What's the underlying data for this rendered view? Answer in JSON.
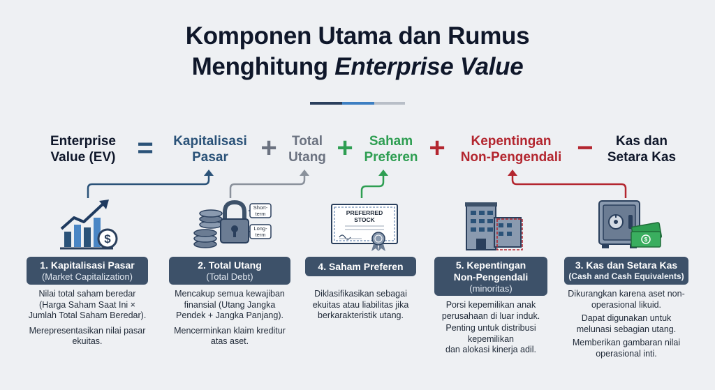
{
  "title": {
    "line1": "Komponen Utama dan Rumus",
    "line2_prefix": "Menghitung ",
    "line2_italic": "Enterprise Value"
  },
  "formula": {
    "ev": {
      "line1": "Enterprise",
      "line2": "Value (EV)"
    },
    "eq": "=",
    "kapitalisasi": {
      "line1": "Kapitalisasi",
      "line2": "Pasar"
    },
    "plus1": "+",
    "utang": {
      "line1": "Total",
      "line2": "Utang"
    },
    "plus2": "+",
    "saham": {
      "line1": "Saham",
      "line2": "Preferen"
    },
    "plus3": "+",
    "kepentingan": {
      "line1": "Kepentingan",
      "line2": "Non-Pengendali"
    },
    "minus": "−",
    "kas": {
      "line1": "Kas dan",
      "line2": "Setara Kas"
    }
  },
  "icons": {
    "stock": {
      "label1": "PREFERRED",
      "label2": "STOCK"
    },
    "debt": {
      "short": "Short-",
      "short2": "term",
      "long": "Long-",
      "long2": "term"
    }
  },
  "cards": [
    {
      "title": "1. Kapitalisasi Pasar",
      "subtitle": "(Market Capitalization)",
      "p1": "Nilai total saham beredar (Harga Saham Saat Ini × Jumlah Total Saham Beredar).",
      "p2": "Merepresentasikan nilai pasar ekuitas."
    },
    {
      "title": "2. Total Utang",
      "subtitle": "(Total Debt)",
      "p1": "Mencakup semua kewajiban finansial (Utang Jangka Pendek + Jangka Panjang).",
      "p2": "Mencerminkan klaim kreditur atas aset."
    },
    {
      "title": "4. Saham Preferen",
      "p1": "Diklasifikasikan sebagai ekuitas atau liabilitas jika berkarakteristik utang."
    },
    {
      "title": "5. Kepentingan",
      "title2": "Non-Pengendali",
      "subtitle": "(minoritas)",
      "p1": "Porsi kepemilikan anak perusahaan di luar induk.",
      "p2": "Penting untuk distribusi kepemilikan",
      "p3": "dan alokasi kinerja adil."
    },
    {
      "title": "3. Kas dan Setara Kas",
      "subtitle": "(Cash and Cash Equivalents)",
      "p1": "Dikurangkan karena aset non-operasional likuid.",
      "p2": "Dapat digunakan untuk melunasi sebagian utang.",
      "p3": "Memberikan gambaran nilai operasional inti."
    }
  ],
  "colors": {
    "navy": "#0f172a",
    "blue": "#2a5278",
    "gray": "#6b7280",
    "green": "#2e9e52",
    "red": "#b3262f",
    "card": "#3d5169"
  }
}
